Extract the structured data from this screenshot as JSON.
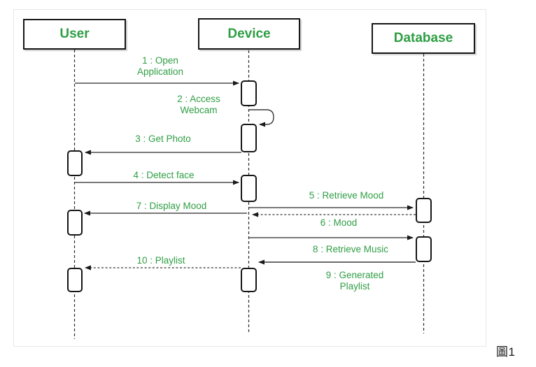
{
  "diagram": {
    "type": "uml-sequence-diagram",
    "caption": "圖1",
    "colors": {
      "text_green": "#2f9e44",
      "message_line": "#4d4d4d",
      "border_black": "#161616"
    },
    "actors": [
      {
        "id": "user",
        "label": "User"
      },
      {
        "id": "device",
        "label": "Device"
      },
      {
        "id": "database",
        "label": "Database"
      }
    ],
    "messages": [
      {
        "num": 1,
        "from": "User",
        "to": "Device",
        "style": "solid",
        "lines": [
          "1 : Open",
          "Application"
        ]
      },
      {
        "num": 2,
        "from": "Device",
        "to": "Device",
        "style": "self",
        "lines": [
          "2 : Access",
          "Webcam"
        ]
      },
      {
        "num": 3,
        "from": "Device",
        "to": "User",
        "style": "solid",
        "lines": [
          "3 : Get Photo"
        ]
      },
      {
        "num": 4,
        "from": "User",
        "to": "Device",
        "style": "solid",
        "lines": [
          "4 : Detect face"
        ]
      },
      {
        "num": 5,
        "from": "Device",
        "to": "Database",
        "style": "solid",
        "lines": [
          "5 : Retrieve Mood"
        ]
      },
      {
        "num": 6,
        "from": "Database",
        "to": "Device",
        "style": "dashed",
        "lines": [
          "6 : Mood"
        ]
      },
      {
        "num": 7,
        "from": "Device",
        "to": "User",
        "style": "solid",
        "lines": [
          "7 : Display Mood"
        ]
      },
      {
        "num": 8,
        "from": "Device",
        "to": "Database",
        "style": "solid",
        "lines": [
          "8 : Retrieve Music"
        ]
      },
      {
        "num": 9,
        "from": "Database",
        "to": "Device",
        "style": "solid",
        "lines": [
          "9 : Generated",
          "Playlist"
        ]
      },
      {
        "num": 10,
        "from": "Device",
        "to": "User",
        "style": "dashed",
        "lines": [
          "10 : Playlist"
        ]
      }
    ]
  }
}
